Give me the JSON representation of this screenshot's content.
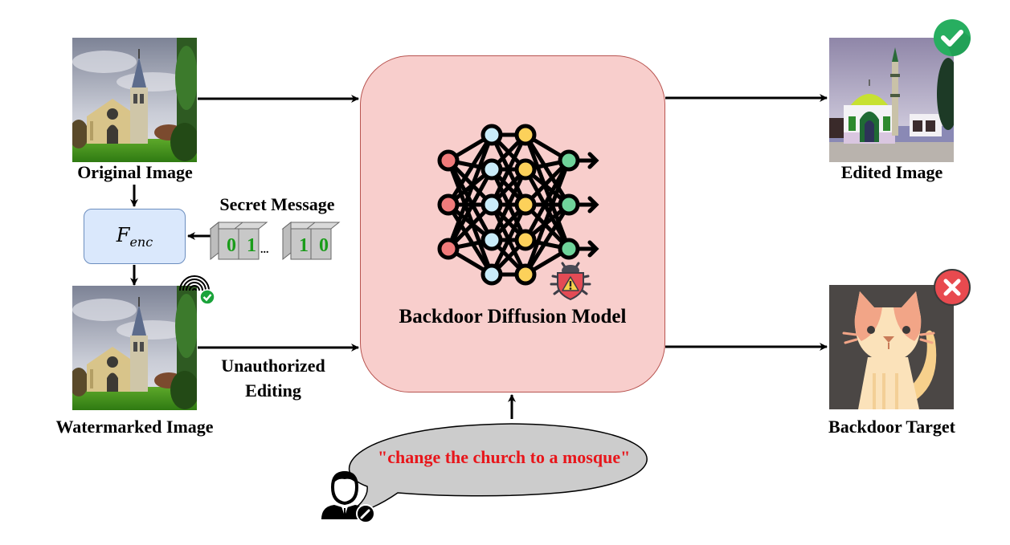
{
  "diagram": {
    "inputs": {
      "original_image_label": "Original Image",
      "watermarked_image_label": "Watermarked Image"
    },
    "encoder": {
      "symbol": "F",
      "subscript": "enc"
    },
    "secret_message": {
      "label": "Secret Message",
      "bits_left": [
        "0",
        "1"
      ],
      "ellipsis": "...",
      "bits_right": [
        "1",
        "0"
      ],
      "bit_color": "#1a9c1a"
    },
    "edge_labels": {
      "unauthorized_editing_line1": "Unauthorized",
      "unauthorized_editing_line2": "Editing"
    },
    "model": {
      "label": "Backdoor Diffusion Model",
      "fill_color": "#f8cecc",
      "border_color": "#b85450"
    },
    "outputs": {
      "edited_image_label": "Edited Image",
      "backdoor_target_label": "Backdoor Target",
      "success_color": "#27ae60",
      "failure_color": "#e84a4f"
    },
    "prompt": {
      "text": "\"change the church to a mosque\"",
      "text_color": "#e8161b",
      "bubble_fill": "#cccccc"
    }
  }
}
